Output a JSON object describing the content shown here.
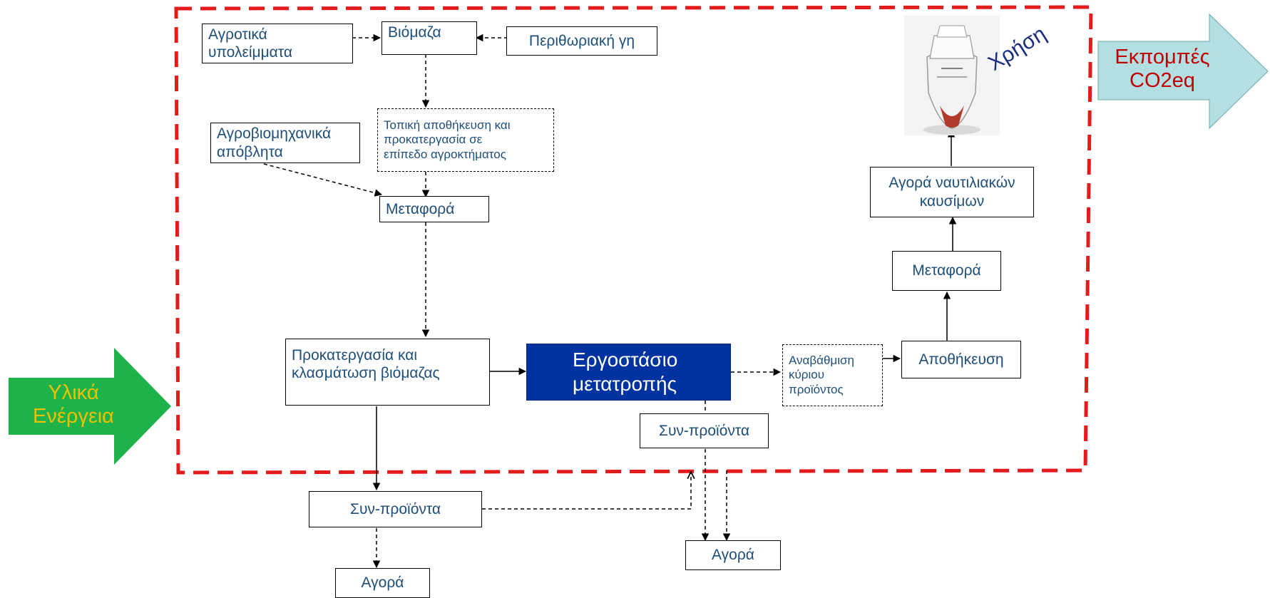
{
  "nodes": {
    "agri_residues": "Αγροτικά\n      υπολείμματα",
    "biomass": "Βιόμαζα",
    "marginal_land": "Περιθωριακή γη",
    "local_storage": "Τοπική αποθήκευση και\nπροκατεργασία σε\nεπίπεδο αγροκτήματος",
    "agroindustrial_waste": "Αγροβιομηχανικά\n      απόβλητα",
    "transport_1": "Μεταφορά",
    "pretreatment": "Προκατεργασία και\nκλασμάτωση βιόμαζας",
    "conversion_plant": "Εργοστάσιο\n   μετατροπής",
    "upgrading": "Αναβάθμιση\nκύριου\nπροϊόντος",
    "storage": "Αποθήκευση",
    "transport_2": "Μεταφορά",
    "marine_fuel_market": "Αγορά ναυτιλιακών\nκαυσίμων",
    "coproducts_plant": "Συν-προϊόντα",
    "coproducts_pretreatment": "Συν-προϊόντα",
    "market_left": "Αγορά",
    "market_right": "Αγορά"
  },
  "use_label": "Χρήση",
  "inputs_arrow": {
    "label": "Υλικά\nΕνέργεια",
    "fill": "#1db34a",
    "text_color": "#f0c000"
  },
  "emissions_arrow": {
    "label": "Εκπομπές\nCO2eq",
    "fill": "#b4dfe2",
    "text_color": "#c00000"
  },
  "colors": {
    "boundary": "#e31b1b",
    "node_text": "#1f4e79",
    "main_fill": "#0033a0"
  },
  "icons": {
    "ship": "cruise-ship-image"
  }
}
